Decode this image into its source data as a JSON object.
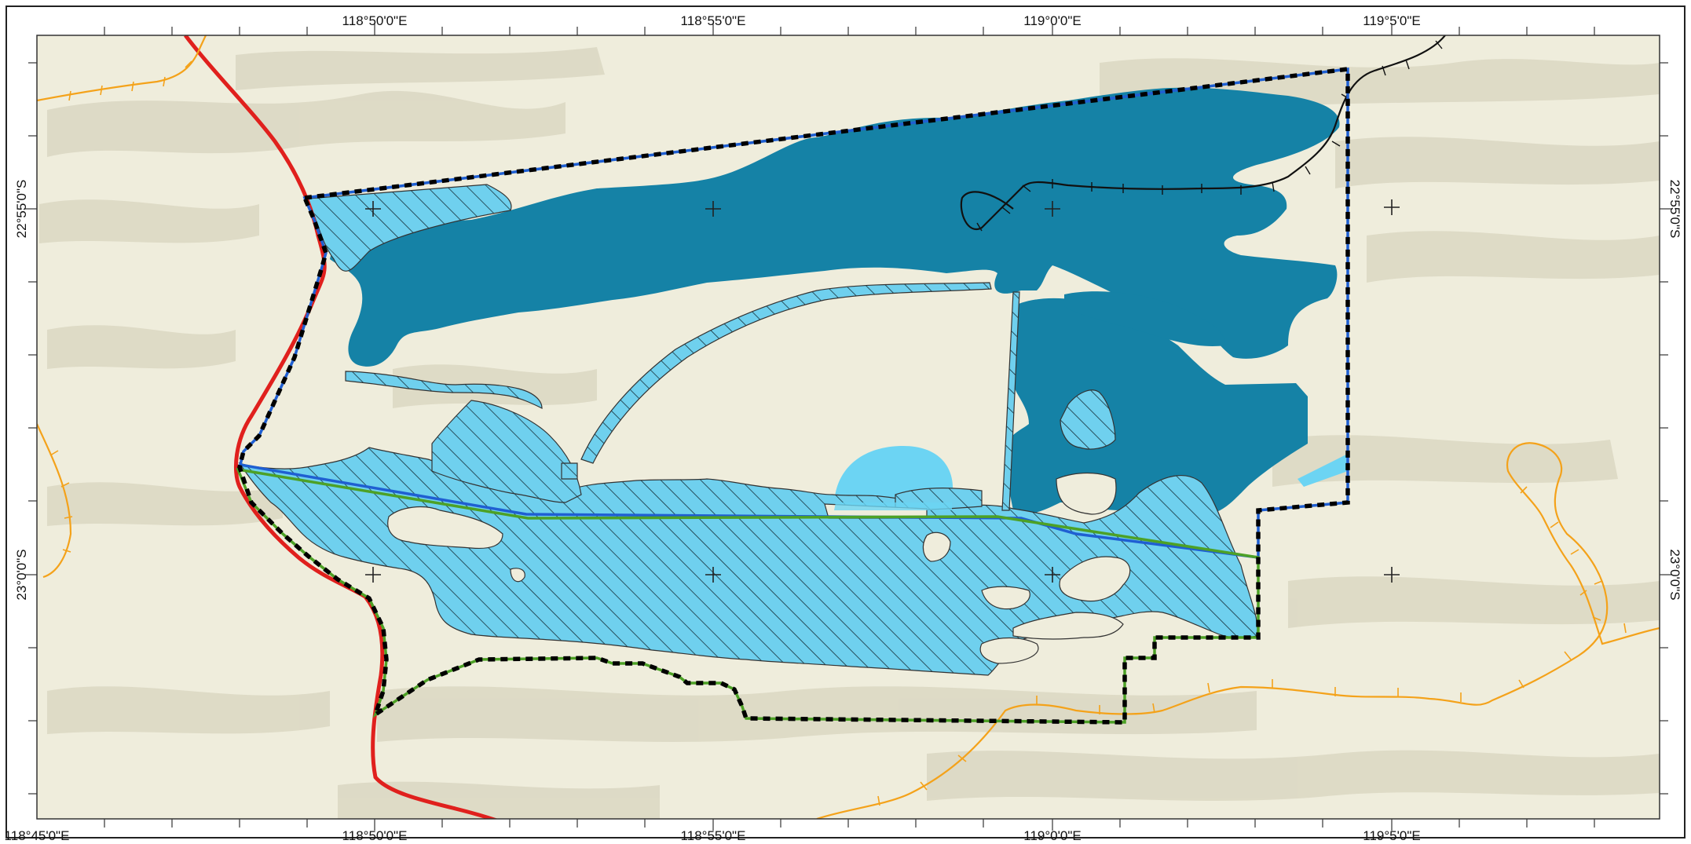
{
  "map": {
    "top_labels": [
      "118°50'0\"E",
      "118°55'0\"E",
      "119°0'0\"E",
      "119°5'0\"E"
    ],
    "bottom_labels": [
      "118°45'0\"E",
      "118°50'0\"E",
      "118°55'0\"E",
      "119°0'0\"E",
      "119°5'0\"E"
    ],
    "left_labels": [
      "22°55'0\"S",
      "23°0'0\"S"
    ],
    "right_labels": [
      "22°55'0\"S",
      "23°0'0\"S"
    ]
  },
  "colors": {
    "terrain_base": "#efeddc",
    "terrain_shadow": "#d7d3bd",
    "deep_water": "#1582a6",
    "hatch_fill": "#6fd0ee",
    "light_blue": "#6cd4f3",
    "boundary_blue": "#1f5fd2",
    "boundary_green": "#4da126",
    "road_red": "#e0201d",
    "rail_orange": "#f4a21a",
    "rail_black": "#111111",
    "dashed_black": "#000000"
  },
  "icons": {
    "graticule_cross": "graticule-cross-icon"
  }
}
